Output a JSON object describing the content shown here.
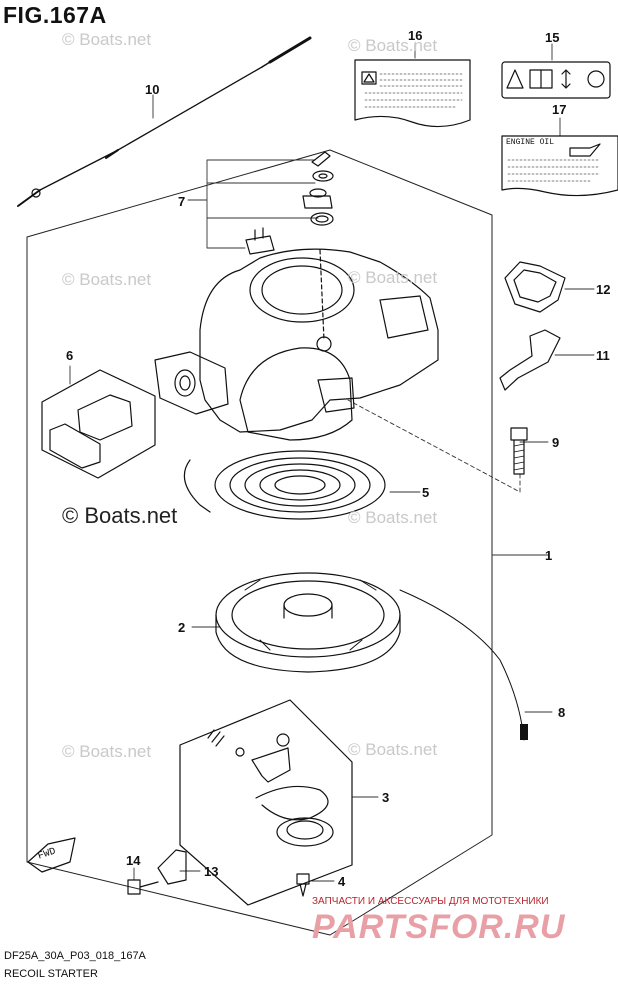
{
  "figure": {
    "title": "FIG.167A",
    "code": "DF25A_30A_P03_018_167A",
    "caption": "RECOIL STARTER"
  },
  "watermarks": {
    "small": "© Boats.net",
    "large": "© Boats.net"
  },
  "labels": {
    "engine_oil": "ENGINE OIL",
    "fwd": "FWD"
  },
  "callouts": [
    "1",
    "2",
    "3",
    "4",
    "5",
    "6",
    "7",
    "8",
    "9",
    "10",
    "11",
    "12",
    "13",
    "14",
    "15",
    "16",
    "17"
  ],
  "brand": {
    "tagline": "ЗАПЧАСТИ И АКСЕССУАРЫ ДЛЯ МОТОТЕХНИКИ",
    "logo": "PARTSFOR.RU",
    "color": "#b8242e"
  }
}
